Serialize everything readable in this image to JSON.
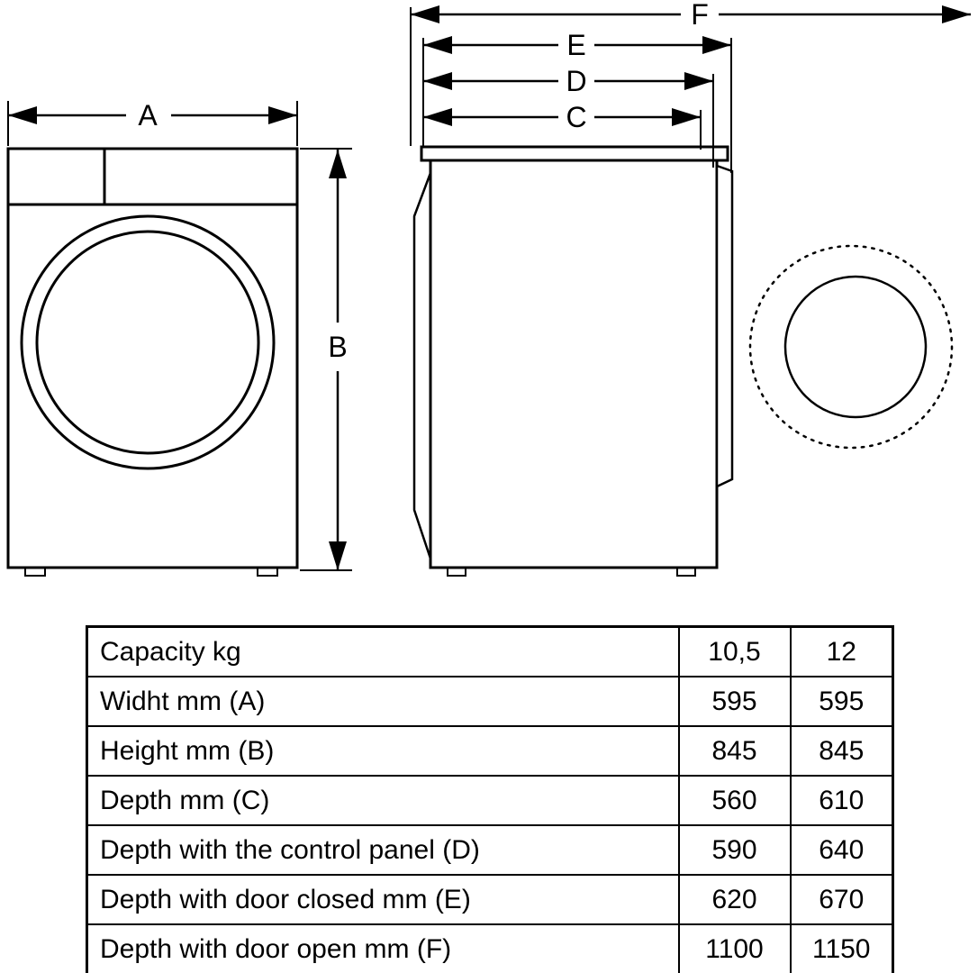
{
  "colors": {
    "ink": "#000000",
    "background": "#ffffff"
  },
  "diagram": {
    "front_view": {
      "dim_width_label": "A",
      "dim_height_label": "B"
    },
    "side_view": {
      "dim_c_label": "C",
      "dim_d_label": "D",
      "dim_e_label": "E",
      "dim_f_label": "F"
    }
  },
  "table": {
    "rows": [
      {
        "label": "Capacity kg",
        "v1": "10,5",
        "v2": "12"
      },
      {
        "label": "Widht mm (A)",
        "v1": "595",
        "v2": "595"
      },
      {
        "label": "Height mm (B)",
        "v1": "845",
        "v2": "845"
      },
      {
        "label": "Depth mm (C)",
        "v1": "560",
        "v2": "610"
      },
      {
        "label": "Depth with the control panel (D)",
        "v1": "590",
        "v2": "640"
      },
      {
        "label": "Depth with door closed mm (E)",
        "v1": "620",
        "v2": "670"
      },
      {
        "label": "Depth with door open mm (F)",
        "v1": "1100",
        "v2": "1150"
      }
    ]
  }
}
